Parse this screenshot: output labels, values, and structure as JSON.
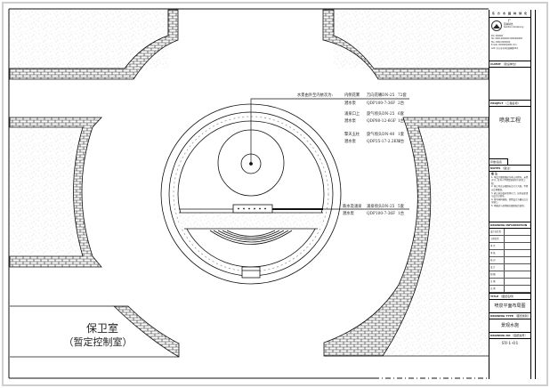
{
  "drawing": {
    "guard_room": {
      "title": "保卫室",
      "subtitle": "（暂定控制室）"
    },
    "callouts": [
      {
        "intro": "水景由外至内依次为:",
        "item": "内侧花雾",
        "spec": "万向花嘴DN-25",
        "qty": "72套"
      },
      {
        "intro": "",
        "item": "潜水泵",
        "spec": "QDP100-7-36F",
        "qty": "2台"
      },
      {
        "intro": "",
        "item": "涌泉口上",
        "spec": "旋气喷头DN-25",
        "qty": "6套"
      },
      {
        "intro": "",
        "item": "潜水泵",
        "spec": "QDP80-12-6GF",
        "qty": "1台"
      },
      {
        "intro": "",
        "item": "擎天玉柱",
        "spec": "旋气喷头DN-40",
        "qty": "1套"
      },
      {
        "intro": "",
        "item": "潜水泵",
        "spec": "QDP25-17-2.2KW",
        "qty": "1台"
      },
      {
        "intro": "",
        "item": "跌水及涌泉",
        "spec": "涌泉喷头DN-25",
        "qty": "5套"
      },
      {
        "intro": "",
        "item": "潜水泵",
        "spec": "QDP100-7-36F",
        "qty": "1台"
      }
    ]
  },
  "title_block": {
    "header": "东 方 市 园 林 绿 化 厂",
    "company_cn": "园林绿化",
    "company_en": "Garden Greenery",
    "contact_lines": [
      "P.O.  000000",
      "Tel:  0000-0000000   0000000000",
      "Fax:  0000-0000000",
      "E-mail:  000000@000.com",
      "Add:  东方市市中区园林路00号"
    ],
    "client_label": "CLIENT",
    "client_sub": "（建设单位）",
    "project_label": "PROJECT",
    "project_sub": "（工程名称）",
    "project_name": "喷泉工程",
    "seal_label": "印章/签名",
    "notes_label": "NOTES",
    "notes_sub": "（备注）",
    "notes_title": "备 注",
    "notes": [
      "1. 本设计图纸版权为本公司所有，未经许可，任何人不得复制或用于其他工程。",
      "2. 施工时应以图纸标注尺寸为准，不得以比例量取。",
      "3. 施工前应核对现场尺寸，如有误差请与设计方联系。",
      "4. 所有材料规格，须经设计方确认后方可施工。",
      "5. 本图应与其他相关图纸配合使用。"
    ],
    "drawing_info_label": "DRAWING INFORMATION",
    "drawing_info_sub": "（图纸信息）",
    "info_rows": [
      "设计总负责",
      "工程负责",
      "审 定",
      "审 核",
      "校 对",
      "设 计",
      "制 图",
      "日 期",
      "比 例",
      "图 号"
    ],
    "title_label": "TITLE",
    "title_sub": "（图纸名称）",
    "title_value": "喷泉平面布局图",
    "drawing_type_label": "DRAWING TYPE",
    "drawing_type_sub": "（图纸类别）",
    "drawing_type_value": "景观水施",
    "drawing_no_label": "DRAWING NO",
    "drawing_no_sub": "（图纸编号）",
    "drawing_no_value": "SY-1-01"
  },
  "colors": {
    "line": "#111111",
    "fill_stipple": "#9a9a9a",
    "border_gray": "#c8c8c8"
  }
}
